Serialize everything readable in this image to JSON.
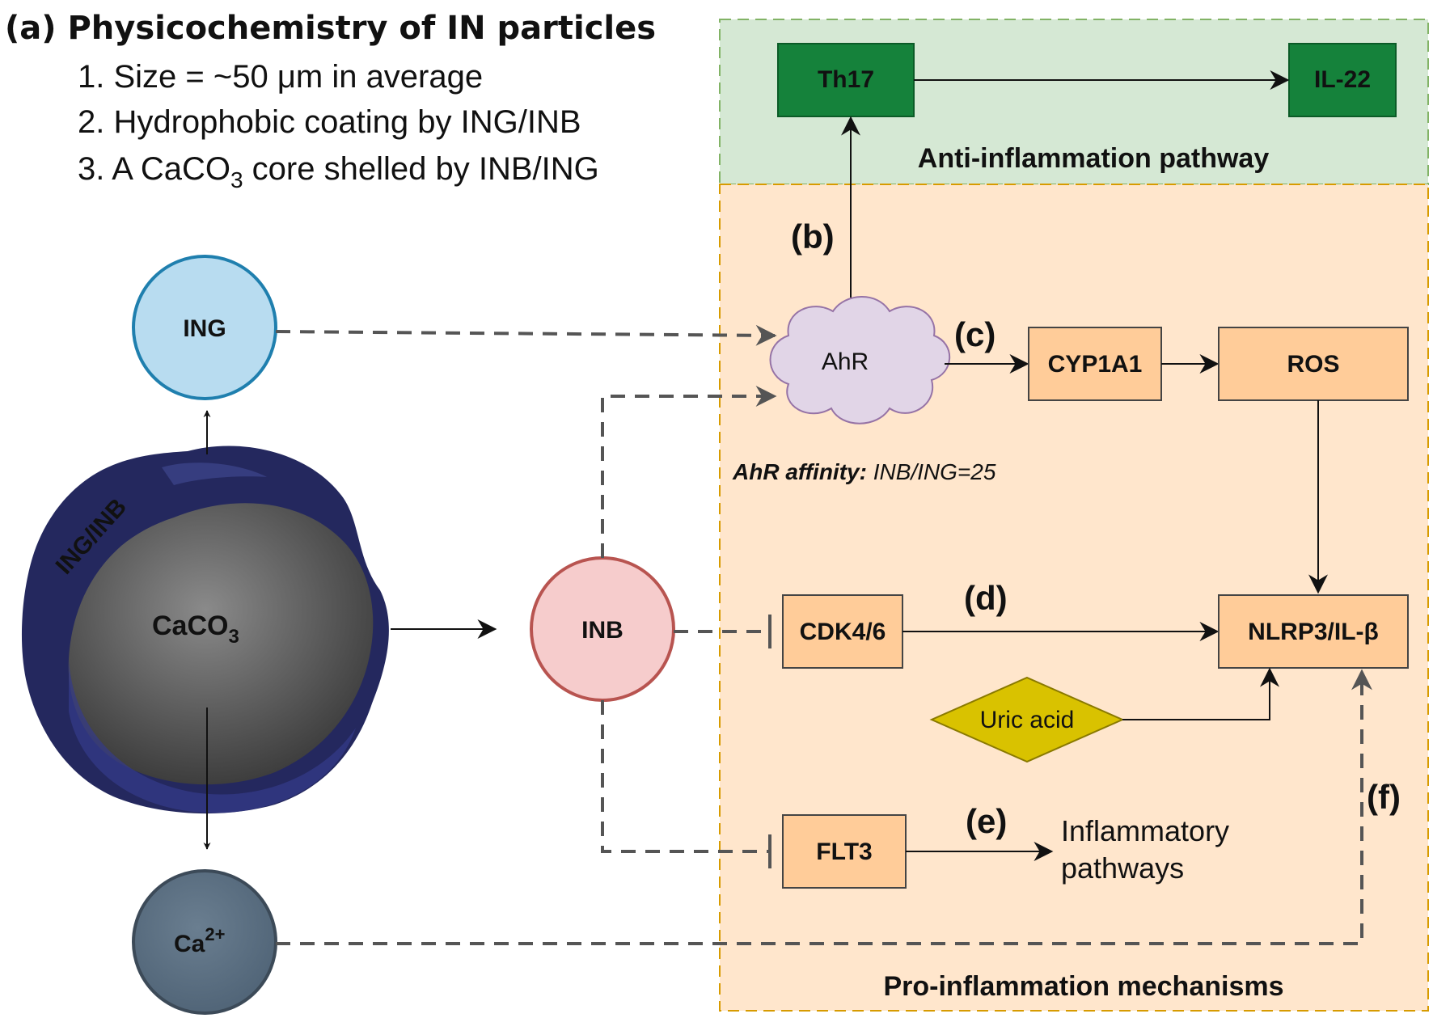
{
  "title": "(a) Physicochemistry of IN particles",
  "properties": {
    "item1": "1. Size = ~50 μm in average",
    "item2": "2. Hydrophobic coating by ING/INB",
    "item3_prefix": "3. A CaCO",
    "item3_sub": "3",
    "item3_suffix": " core shelled by INB/ING"
  },
  "particle": {
    "shell_label": "ING/INB",
    "core_label": "CaCO",
    "core_sub": "3"
  },
  "nodes": {
    "ing": "ING",
    "inb": "INB",
    "ca_base": "Ca",
    "ca_sup": "2+",
    "ahr": "AhR",
    "th17": "Th17",
    "il22": "IL-22",
    "cyp1a1": "CYP1A1",
    "ros": "ROS",
    "cdk": "CDK4/6",
    "nlrp3": "NLRP3/IL-β",
    "uric": "Uric acid",
    "flt3": "FLT3",
    "inflam_line1": "Inflammatory",
    "inflam_line2": "pathways"
  },
  "regions": {
    "anti": "Anti-inflammation pathway",
    "pro": "Pro-inflammation mechanisms"
  },
  "affinity": {
    "label": "AhR affinity:",
    "value": " INB/ING=25"
  },
  "steps": {
    "b": "(b)",
    "c": "(c)",
    "d": "(d)",
    "e": "(e)",
    "f": "(f)"
  },
  "colors": {
    "anti_bg": "#d5e8d4",
    "anti_border": "#82b366",
    "anti_text": "#2e9e3e",
    "pro_bg": "#ffe6cc",
    "pro_border": "#d79b00",
    "pro_text": "#f0941f",
    "dark_green": "#15823b",
    "orange_box": "#ffcc99",
    "ing_fill": "#b8dcf0",
    "ing_stroke": "#1f7fae",
    "inb_fill": "#f6cccc",
    "inb_stroke": "#b85450",
    "ca_fill": "#5a6e80",
    "ahr_fill": "#e1d5e7",
    "uric_fill": "#d9c200",
    "shell_navy": "#24285e",
    "core_gray": "#5e5e5e"
  }
}
